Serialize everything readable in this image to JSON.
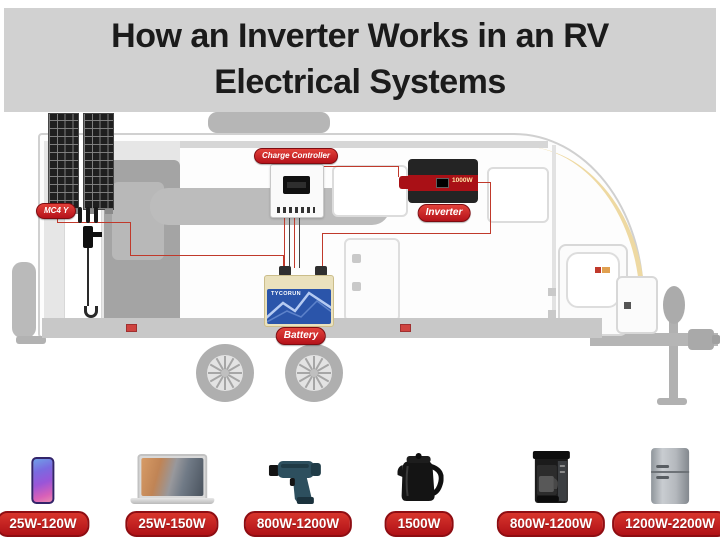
{
  "header": {
    "title_line1": "How an Inverter Works in an RV",
    "title_line2": "Electrical Systems"
  },
  "diagram": {
    "component_labels": {
      "mc4_connector": "MC4 Y",
      "charge_controller": "Charge Controller",
      "inverter": "Inverter",
      "battery": "Battery"
    },
    "inverter_device_text": "1000W",
    "battery_brand_text": "TYCORUN"
  },
  "appliances": [
    {
      "name": "smartphone",
      "wattage": "25W-120W"
    },
    {
      "name": "laptop",
      "wattage": "25W-150W"
    },
    {
      "name": "power-drill",
      "wattage": "800W-1200W"
    },
    {
      "name": "electric-kettle",
      "wattage": "1500W"
    },
    {
      "name": "coffee-maker",
      "wattage": "800W-1200W"
    },
    {
      "name": "refrigerator",
      "wattage": "1200W-2200W"
    }
  ],
  "colors": {
    "header_bg": "#d1d1d1",
    "badge_red": "#c5171d",
    "badge_border": "#8e0d12",
    "wire_red": "#c0392b",
    "battery_blue": "#2b55aa",
    "inverter_red": "#a91016"
  }
}
